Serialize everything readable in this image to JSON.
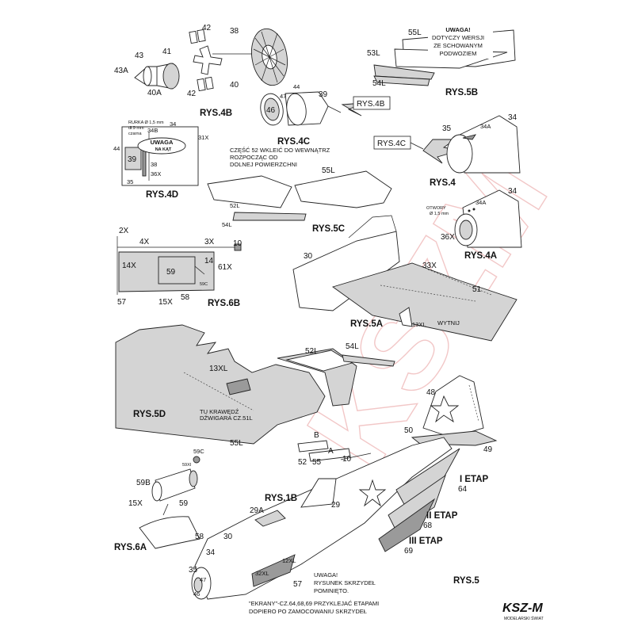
{
  "figures": {
    "rys4b": "RYS.4B",
    "rys4c": "RYS.4C",
    "rys4d": "RYS.4D",
    "rys4": "RYS.4",
    "rys4a": "RYS.4A",
    "rys5b": "RYS.5B",
    "rys5c": "RYS.5C",
    "rys5a": "RYS.5A",
    "rys6b": "RYS.6B",
    "rys5d": "RYS.5D",
    "rys6a": "RYS.6A",
    "rys5": "RYS.5",
    "rys1b": "RYS.1B"
  },
  "callouts": {
    "rys4b_ref": "RYS.4B",
    "rys4c_ref": "RYS.4C"
  },
  "notes": {
    "uwaga_5b": [
      "UWAGA!",
      "DOTYCZY WERSJI",
      "ZE SCHOWANYM",
      "PODWOZIEM"
    ],
    "uwaga_4d": [
      "UWAGA",
      "NA KĄT"
    ],
    "rurka": [
      "RURKA Ø 1,5 mm",
      "dł.9 mm",
      "czarna"
    ],
    "part52": [
      "CZĘŚĆ 52 WKLEIĆ DO WEWNĄTRZ",
      "ROZPOCZĄC OD",
      "DOLNEJ POWIERZCHNI"
    ],
    "otwory": [
      "OTWORY",
      "Ø 1,5 mm"
    ],
    "krawedz": [
      "TU KRAWĘDŹ",
      "DŹWIGARA CZ.51L"
    ],
    "skrzydel": [
      "UWAGA!",
      "RYSUNEK SKRZYDEŁ",
      "POMINIĘTO."
    ],
    "ekrany": [
      "\"EKRANY\"-CZ.64,68,69 PRZYKLEJAĆ ETAPAMI",
      "DOPIERO PO ZAMOCOWANIU SKRZYDEŁ"
    ],
    "wytnij": "WYTNIJ"
  },
  "stages": [
    "I ETAP",
    "II ETAP",
    "III ETAP"
  ],
  "brand": {
    "logo": "KSZ-M",
    "tagline": "MODELARSKI ŚWIAT"
  },
  "watermark": "KSZM",
  "labels": {
    "n42a": "42",
    "n38": "38",
    "n43": "43",
    "n41": "41",
    "n43a": "43A",
    "n40a": "40A",
    "n40": "40",
    "n42b": "42",
    "n55l_5b": "55L",
    "n53l": "53L",
    "n54l_5b": "54L",
    "n44_4c": "44",
    "n47_4c": "47",
    "n46_4c": "46",
    "n39_4c": "39",
    "n34b": "34B",
    "n34_4d": "34",
    "n31x": "31X",
    "n44_4d": "44",
    "n39_4d": "39",
    "n38_4d": "38",
    "n36x_4d": "36X",
    "n35_4d": "35",
    "n34a_4": "34A",
    "n35_4": "35",
    "n34_4": "34",
    "n55l_5c": "55L",
    "n52l_5c": "52L",
    "n54l_5c": "54L",
    "n34a_4a": "34A",
    "n34_4a": "34",
    "n36x_4a": "36X",
    "n2x": "2X",
    "n4x": "4X",
    "n3x": "3X",
    "n10_6b": "10",
    "n14": "14",
    "n61x": "61X",
    "n14x": "14X",
    "n59_6b": "59",
    "n59c_6b": "59C",
    "n57_6b": "57",
    "n15x_6b": "15X",
    "n58_6b": "58",
    "n30_5a": "30",
    "n33x": "33X",
    "n51": "51",
    "n13xl_5a": "13XL",
    "n52l_5d": "52L",
    "n54l_5d": "54L",
    "n13xl_5d": "13XL",
    "n55l_5d": "55L",
    "n48": "48",
    "n50": "50",
    "n49": "49",
    "n10_5": "10",
    "n64": "64",
    "n68": "68",
    "n69": "69",
    "nB": "B",
    "nA": "A",
    "n52": "52",
    "n55": "55",
    "n59c_6a": "59C",
    "n59xi": "59XI",
    "n59b": "59B",
    "n15x_6a": "15X",
    "n59_6a": "59",
    "n58_6a": "58",
    "n29a": "29A",
    "n29": "29",
    "n30_5": "30",
    "n34_5": "34",
    "n35_5": "35",
    "n47_5": "47",
    "n46_5": "46",
    "n57_5": "57",
    "n32xl": "32XL",
    "n12xl": "12XL"
  }
}
